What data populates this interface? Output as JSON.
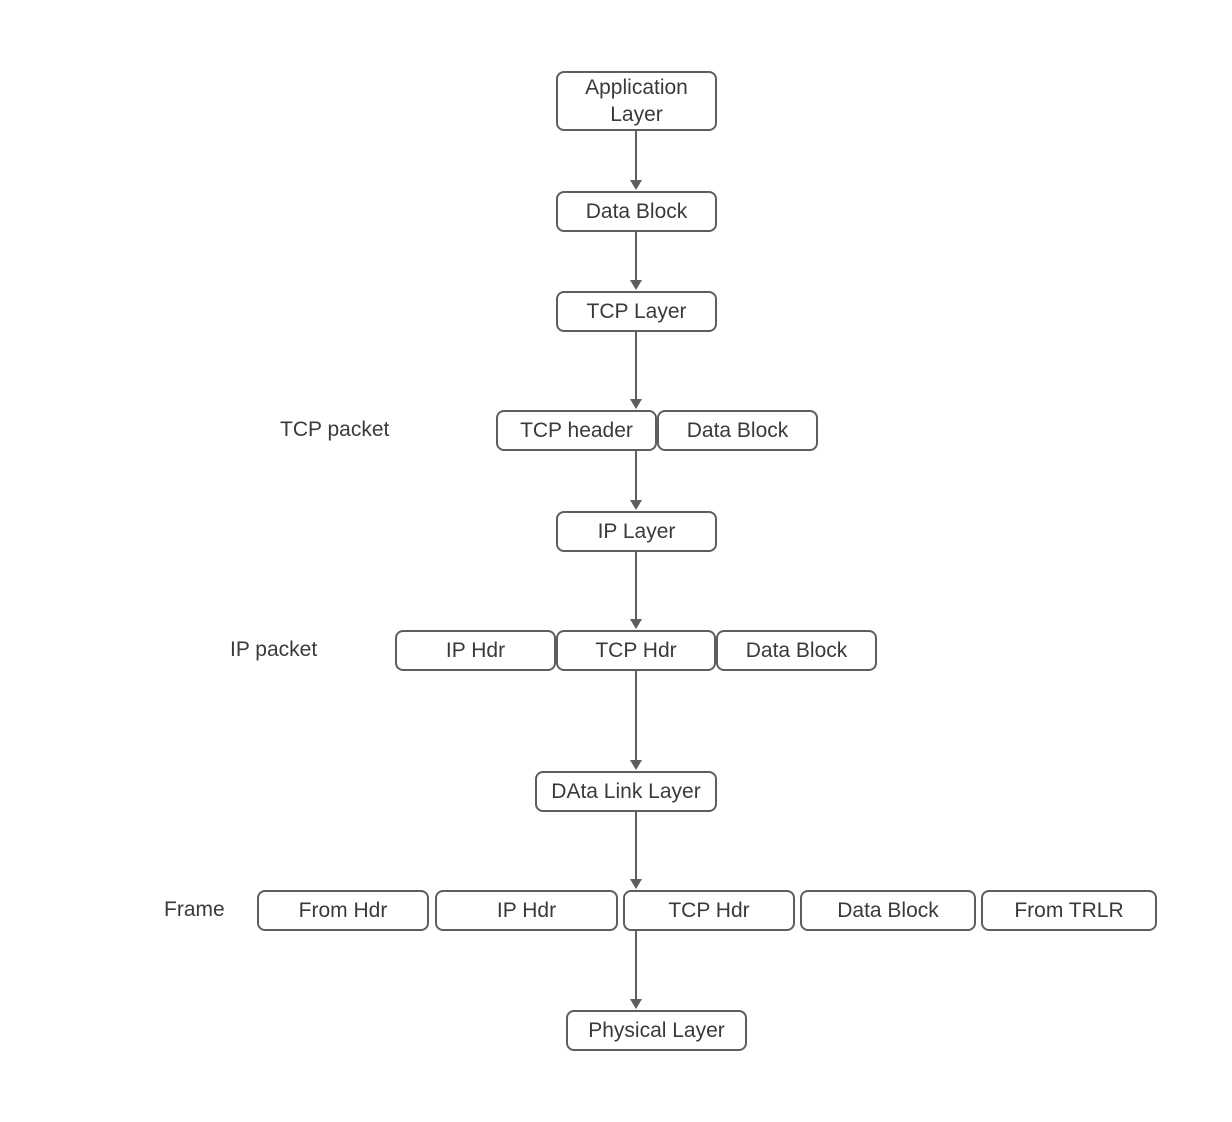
{
  "diagram": {
    "colors": {
      "stroke": "#5e5e5e",
      "text": "#3a3a3a",
      "background": "#ffffff"
    },
    "nodes": {
      "application_layer": "Application Layer",
      "app_data_block": "Data Block",
      "tcp_layer": "TCP Layer",
      "tcp_header": "TCP header",
      "tcp_data_block": "Data Block",
      "ip_layer": "IP Layer",
      "ip_hdr": "IP Hdr",
      "tcp_hdr": "TCP Hdr",
      "ip_data_block": "Data Block",
      "data_link_layer": "DAta Link Layer",
      "frame_from_hdr": "From Hdr",
      "frame_ip_hdr": "IP Hdr",
      "frame_tcp_hdr": "TCP Hdr",
      "frame_data_block": "Data Block",
      "frame_from_trlr": "From TRLR",
      "physical_layer": "Physical Layer"
    },
    "row_labels": {
      "tcp_packet": "TCP packet",
      "ip_packet": "IP packet",
      "frame": "Frame"
    },
    "edges": [
      {
        "from": "application_layer",
        "to": "app_data_block"
      },
      {
        "from": "app_data_block",
        "to": "tcp_layer"
      },
      {
        "from": "tcp_layer",
        "to": "tcp_header"
      },
      {
        "from": "tcp_header",
        "to": "ip_layer"
      },
      {
        "from": "ip_layer",
        "to": "tcp_hdr"
      },
      {
        "from": "tcp_hdr",
        "to": "data_link_layer"
      },
      {
        "from": "data_link_layer",
        "to": "frame_tcp_hdr"
      },
      {
        "from": "frame_tcp_hdr",
        "to": "physical_layer"
      }
    ]
  }
}
